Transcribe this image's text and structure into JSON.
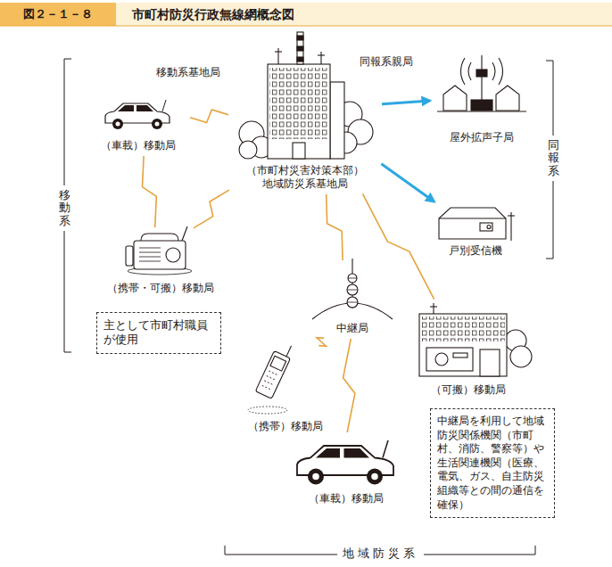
{
  "diagram": {
    "title": "市町村防災行政無線網概念図",
    "nodes": [
      {
        "text": [
          "（車載）移動局"
        ]
      },
      {
        "text": [
          "（市町村災害対策本部） 地域防災系基地局"
        ]
      },
      {
        "text": [
          "屋外拡声子局"
        ]
      },
      {
        "text": [
          "（携帯・可搬）移動局"
        ]
      },
      {
        "text": [
          "戸別受信機"
        ]
      },
      {
        "text": [
          "主として市町村職員が使用"
        ]
      },
      {
        "text": [
          "中継局"
        ]
      },
      {
        "text": [
          "（可搬）移動局"
        ]
      },
      {
        "text": [
          "（携帯）移動局"
        ]
      },
      {
        "text": [
          "中継局を利用して地域防災関係機関（市町村、消防、警察等）や生活関連機関（医療、電気、ガス、自主防災組織等との間の通信を確保）"
        ]
      },
      {
        "text": [
          "（車載）移動局"
        ]
      }
    ],
    "edges": [
      {
        "from": 1,
        "to": 0,
        "arrow": "none"
      },
      {
        "from": 1,
        "to": 2,
        "arrow": "to"
      },
      {
        "from": 1,
        "to": 3,
        "arrow": "none"
      },
      {
        "from": 0,
        "to": 3,
        "arrow": "none"
      },
      {
        "from": 1,
        "to": 4,
        "arrow": "to"
      },
      {
        "from": 1,
        "to": 6,
        "arrow": "none"
      },
      {
        "from": 1,
        "to": 7,
        "arrow": "none"
      },
      {
        "from": 6,
        "to": 8,
        "arrow": "none"
      },
      {
        "from": 6,
        "to": 10,
        "arrow": "none"
      }
    ],
    "labels": [
      "図２－１－８",
      "移動系基地局",
      "同報系親局",
      "移動系",
      "同報系",
      "地域防災系"
    ]
  }
}
